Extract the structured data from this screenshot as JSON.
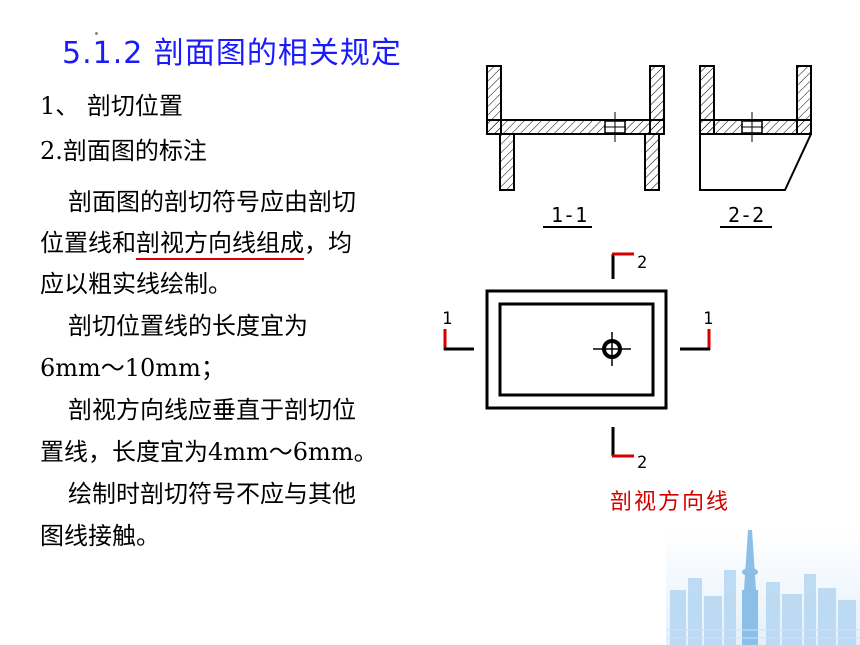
{
  "title": "5.1.2 剖面图的相关规定",
  "items": {
    "item1": "1、 剖切位置",
    "item2": "2.剖面图的标注"
  },
  "paragraph": {
    "line1": "剖面图的剖切符号应由剖切",
    "line2_pre": "位置线和",
    "line2_ul": "剖视方向线组成",
    "line2_post": "，均",
    "line3": "应以粗实线绘制。",
    "line4": "剖切位置线的长度宜为",
    "line5": "6mm～10mm；",
    "line6": "剖视方向线应垂直于剖切位",
    "line7": "置线，长度宜为4mm～6mm。",
    "line8": "绘制时剖切符号不应与其他",
    "line9": "图线接触。"
  },
  "figure": {
    "section_label_1": "1-1",
    "section_label_2": "2-2",
    "mark_top": "2",
    "mark_bottom": "2",
    "mark_left": "1",
    "mark_right": "1",
    "caption": "剖视方向线"
  },
  "colors": {
    "title": "#1a1aff",
    "accent": "#d40000",
    "watermark": "#9cc8ee"
  }
}
